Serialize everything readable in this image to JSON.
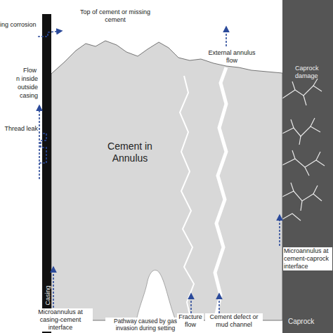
{
  "diagram": {
    "labels": [
      "ing corrosion",
      "Flow",
      "n inside",
      "outside",
      "casing",
      "Thread leak",
      "Casing",
      "Microannulus at casing-cement interface",
      "Pathway caused by gas invasion during setting",
      "Fracture flow",
      "Cement defect or mud channel",
      "Microannulus at cement-caprock interface",
      "Caprock",
      "Caprock damage",
      "External annulus flow",
      "Top of cement or missing cement",
      "Cement in Annulus"
    ]
  }
}
